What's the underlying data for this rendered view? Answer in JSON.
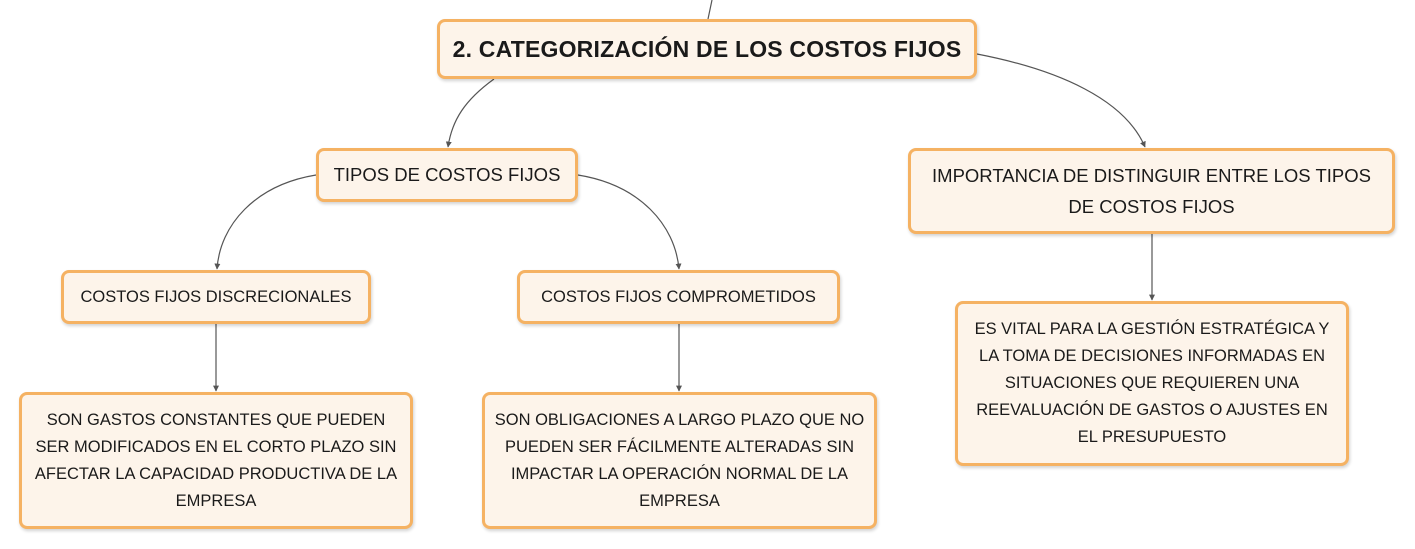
{
  "diagram": {
    "root": {
      "label": "2. CATEGORIZACIÓN DE LOS COSTOS FIJOS"
    },
    "tipos": {
      "label": "TIPOS DE COSTOS FIJOS"
    },
    "importancia": {
      "label": "IMPORTANCIA DE DISTINGUIR ENTRE LOS TIPOS DE COSTOS FIJOS"
    },
    "discrecionales": {
      "label": "COSTOS FIJOS DISCRECIONALES",
      "description": "SON GASTOS CONSTANTES QUE PUEDEN SER MODIFICADOS EN EL CORTO PLAZO SIN AFECTAR LA CAPACIDAD PRODUCTIVA DE LA EMPRESA"
    },
    "comprometidos": {
      "label": "COSTOS FIJOS COMPROMETIDOS",
      "description": "SON OBLIGACIONES A LARGO PLAZO QUE NO PUEDEN SER FÁCILMENTE ALTERADAS SIN IMPACTAR LA OPERACIÓN NORMAL DE LA EMPRESA"
    },
    "importancia_detalle": {
      "description": "ES VITAL PARA LA GESTIÓN ESTRATÉGICA Y LA TOMA DE DECISIONES INFORMADAS EN SITUACIONES QUE REQUIEREN UNA REEVALUACIÓN DE GASTOS O AJUSTES EN EL PRESUPUESTO"
    },
    "colors": {
      "node_fill": "#fdf4ea",
      "node_border": "#f5b263",
      "connector": "#555555"
    }
  }
}
